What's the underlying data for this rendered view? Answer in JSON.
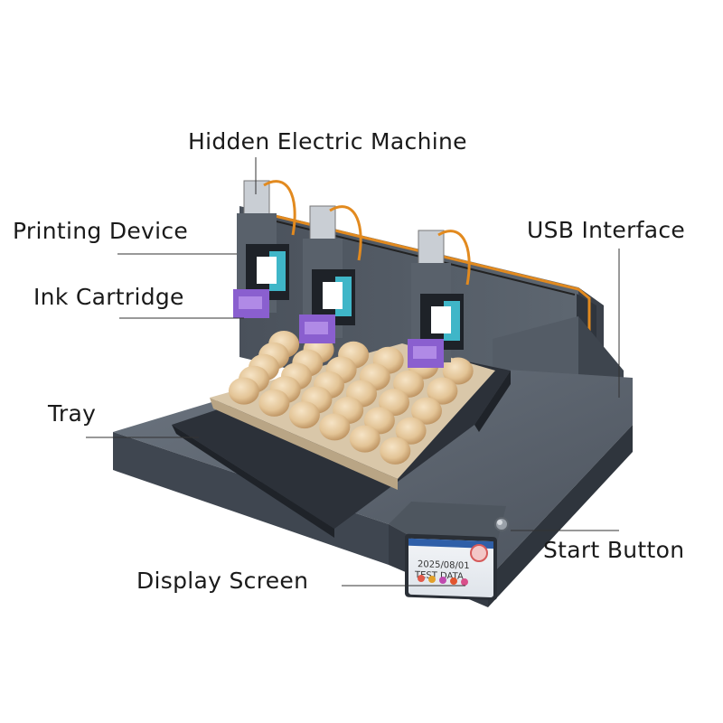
{
  "labels": {
    "hidden_electric_machine": "Hidden Electric Machine",
    "printing_device": "Printing Device",
    "ink_cartridge": "Ink Cartridge",
    "tray": "Tray",
    "display_screen": "Display Screen",
    "usb_interface": "USB Interface",
    "start_button": "Start Button"
  },
  "screen": {
    "date": "2025/08/01",
    "text": "TEST DATA"
  },
  "colors": {
    "body": "#5b6470",
    "body_dark": "#3f4650",
    "purple": "#8a5fcf",
    "teal": "#3fb6c8",
    "egg": "#e6c9a0",
    "carton": "#d9c7a9",
    "cable": "#e28a1f"
  }
}
